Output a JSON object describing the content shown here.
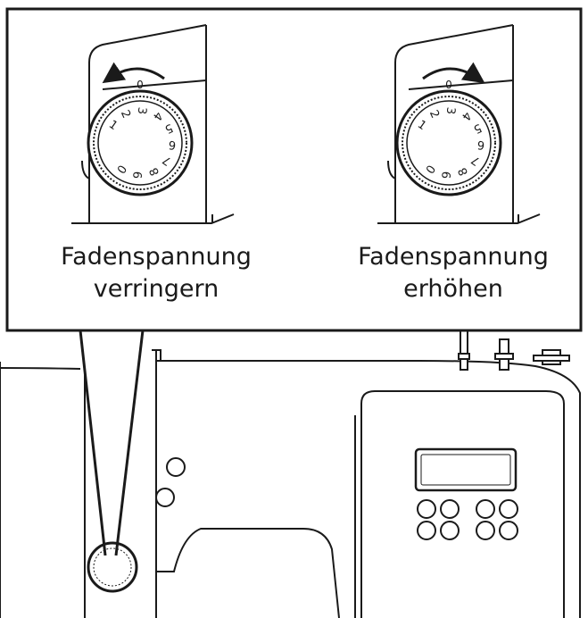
{
  "callout": {
    "left": {
      "line1": "Fadenspannung",
      "line2": "verringern",
      "zero": "0",
      "dial_numbers": [
        "1",
        "2",
        "3",
        "4",
        "5",
        "6",
        "7",
        "8",
        "9",
        "0"
      ]
    },
    "right": {
      "line1": "Fadenspannung",
      "line2": "erhöhen",
      "zero": "0",
      "dial_numbers": [
        "1",
        "2",
        "3",
        "4",
        "5",
        "6",
        "7",
        "8",
        "9",
        "0"
      ]
    }
  },
  "colors": {
    "stroke": "#1a1a1a",
    "background": "#ffffff"
  }
}
